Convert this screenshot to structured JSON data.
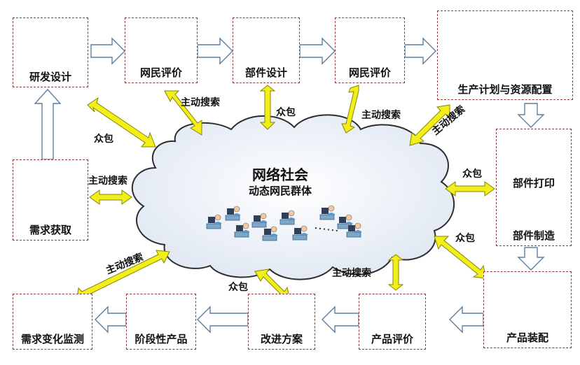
{
  "cloud": {
    "title": "网络社会",
    "subtitle": "动态网民群体",
    "icon": "networked-users-icon"
  },
  "nodes": {
    "rnd_design": "研发设计",
    "netizen_eval_1": "网民评价",
    "part_design": "部件设计",
    "netizen_eval_2": "网民评价",
    "production_plan": "生产计划与资源配置",
    "part_print": "部件打印",
    "part_manufacture": "部件制造",
    "product_assembly": "产品装配",
    "product_eval": "产品评价",
    "improvement_plan": "改进方案",
    "stage_product": "阶段性产品",
    "demand_monitor": "需求变化监测",
    "demand_acquire": "需求获取"
  },
  "edge_labels": {
    "crowdsource": "众包",
    "active_search": "主动搜索"
  },
  "colors": {
    "arrow_yellow": "#f2ee1a",
    "arrow_outline": "#8a8400",
    "flow_arrow_fill": "#ffffff",
    "flow_arrow_stroke": "#5f7f9f",
    "node_border": "#8a3a3a",
    "cloud_fill": "#dfe7f3",
    "cloud_stroke": "#2d2d2d"
  }
}
